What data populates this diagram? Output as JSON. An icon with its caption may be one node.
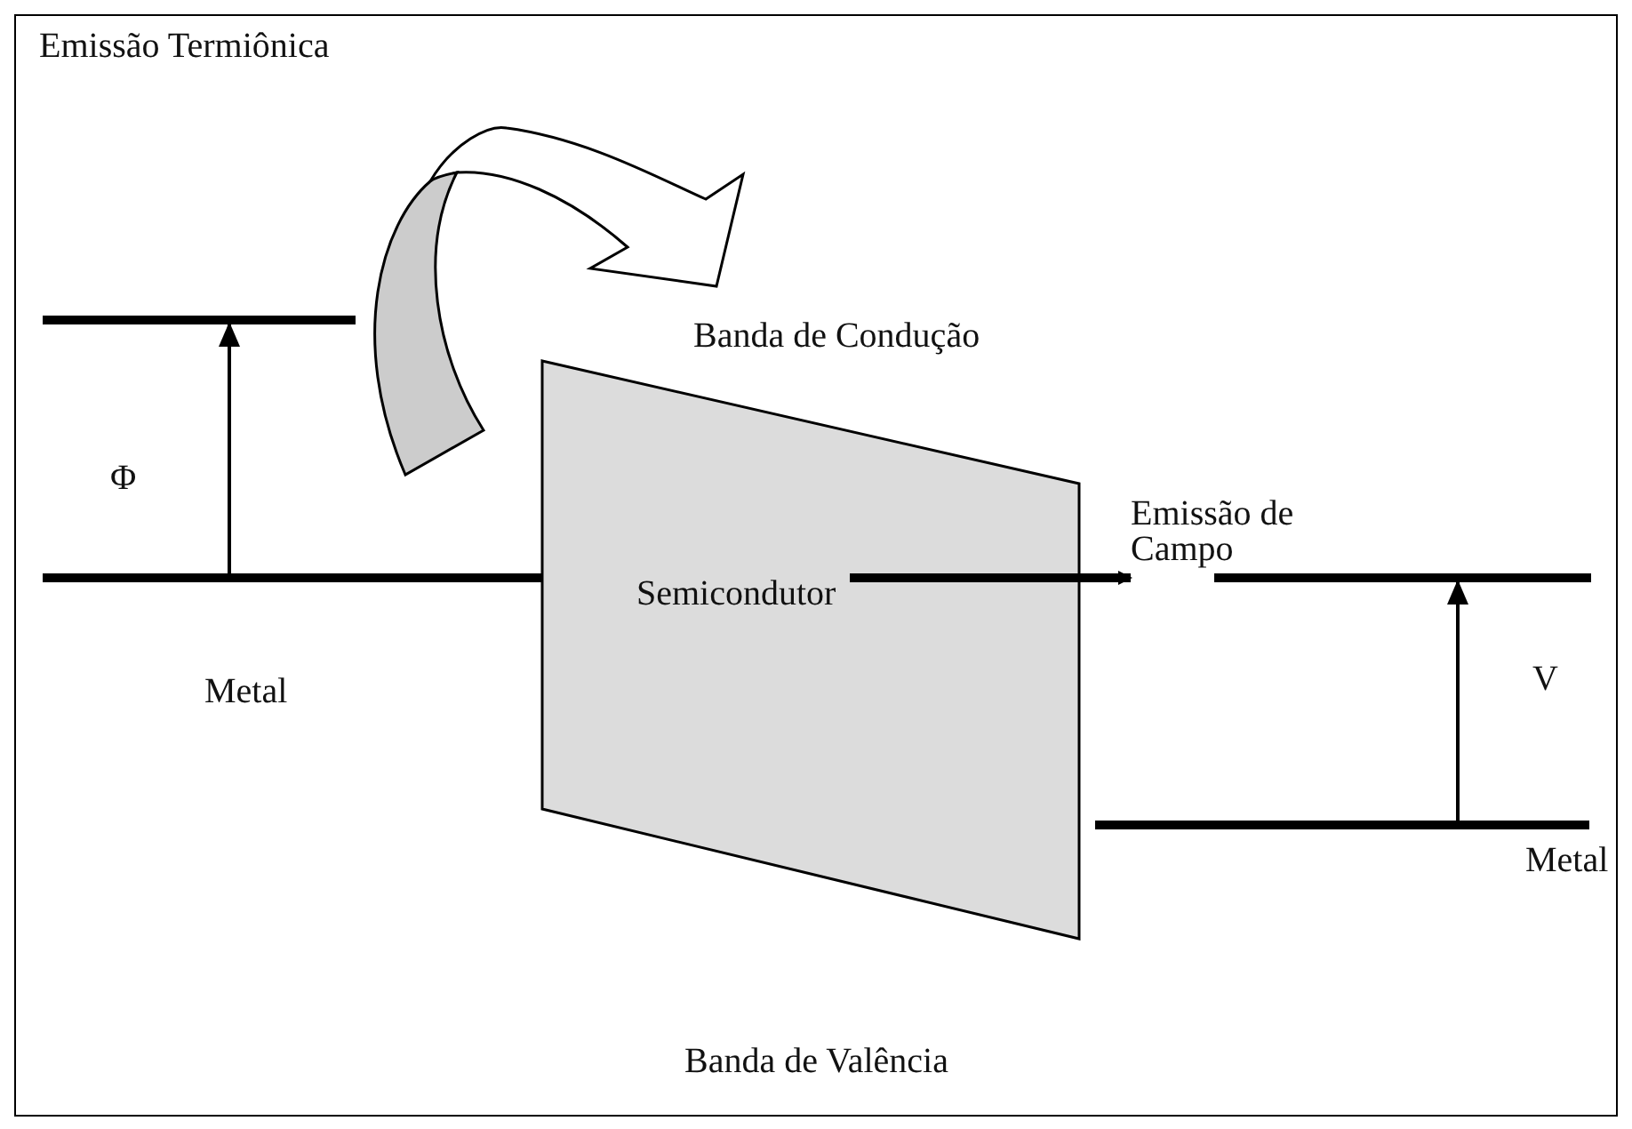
{
  "diagram": {
    "nodes": [
      {
        "text": [
          "Semicondutor"
        ],
        "beside": [
          "Banda de Condução",
          "Banda de Valência"
        ]
      }
    ],
    "labels": [
      "Emissão Termiônica",
      "Φ",
      "Emissão de Campo",
      "V",
      "Metal",
      "Metal"
    ]
  }
}
